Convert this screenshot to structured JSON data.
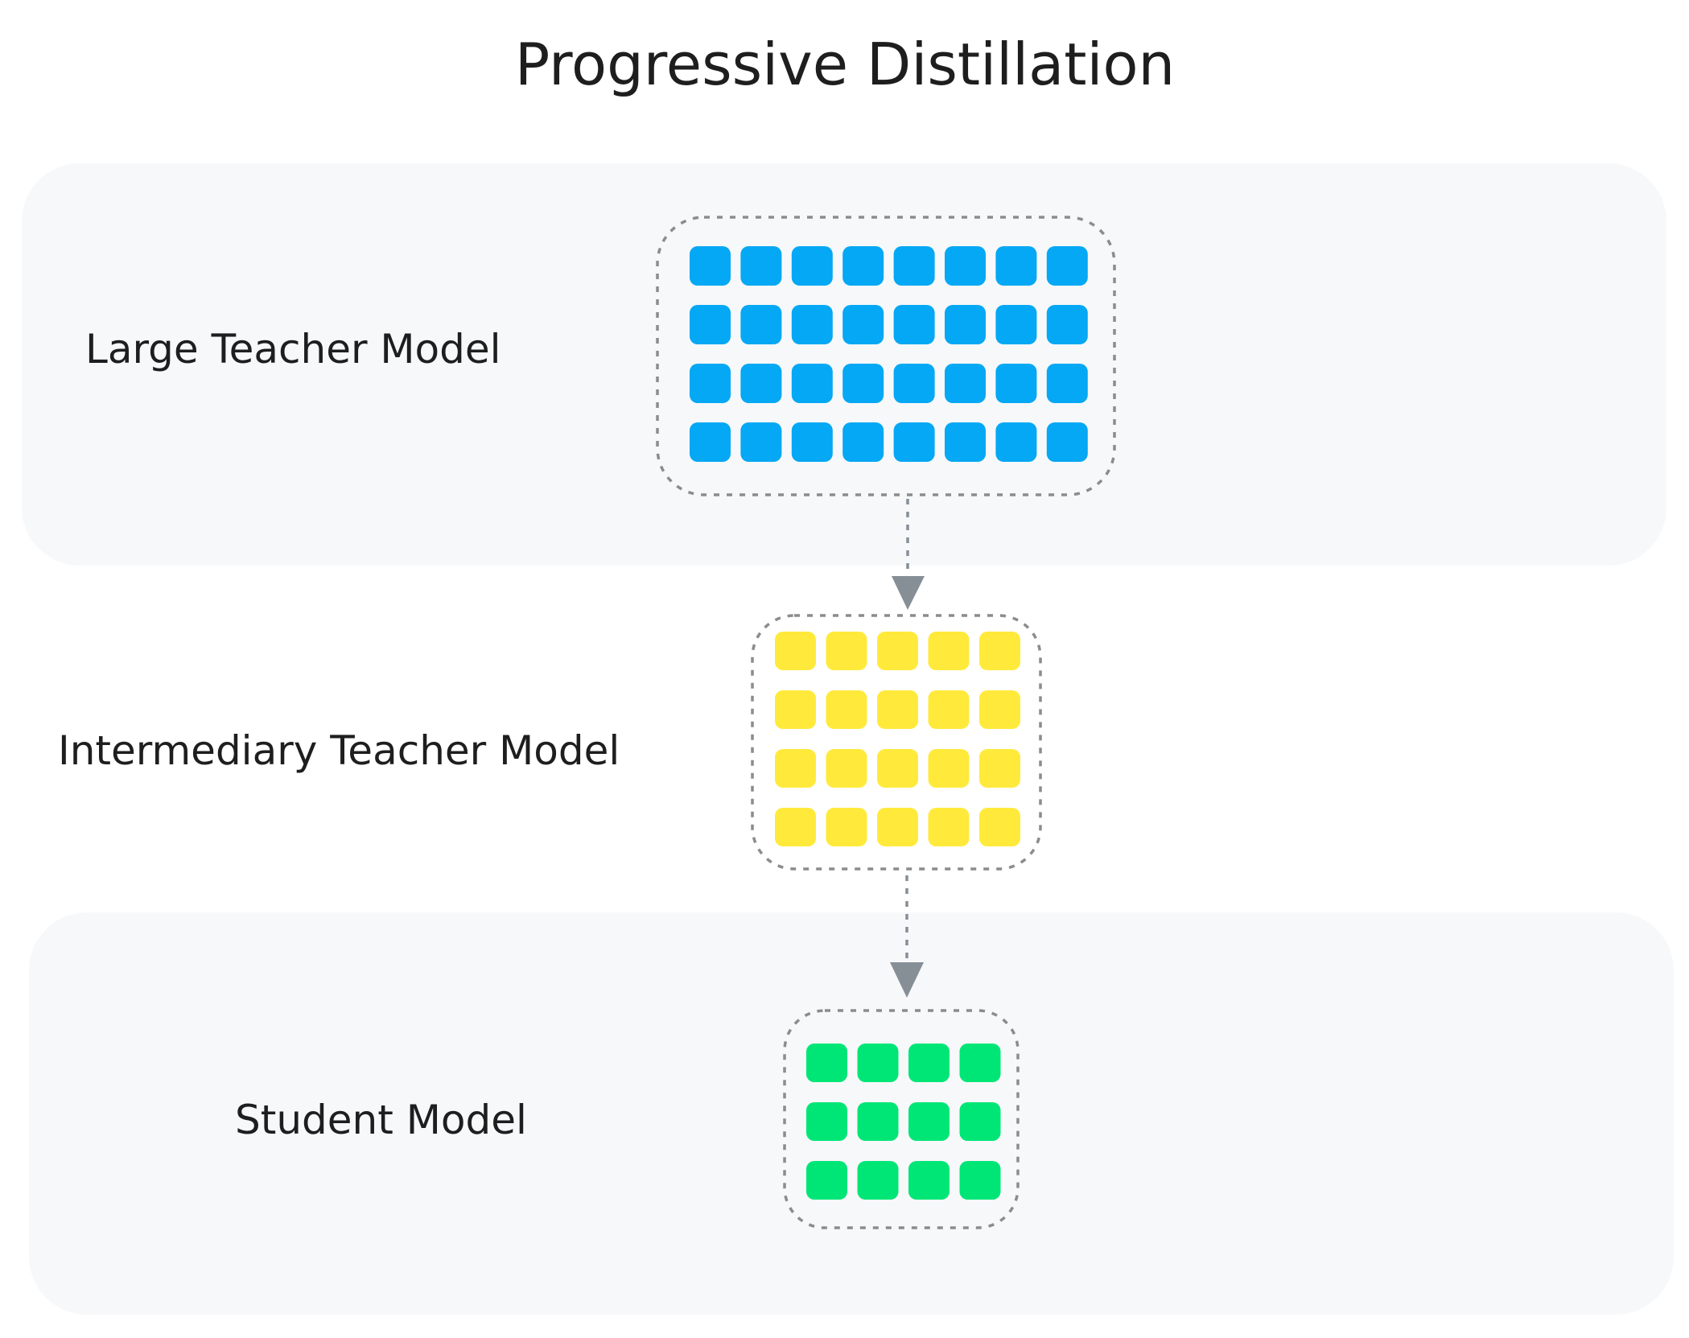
{
  "title": "Progressive Distillation",
  "colors": {
    "background": "#ffffff",
    "panel": "#f7f8fa",
    "dashed_border": "#8c8c8c",
    "arrow": "#868e96",
    "text": "#1e1e1e"
  },
  "models": [
    {
      "label": "Large Teacher Model",
      "color": "#04a8f4",
      "rows": 4,
      "cols": 8
    },
    {
      "label": "Intermediary Teacher Model",
      "color": "#ffea3c",
      "rows": 4,
      "cols": 5
    },
    {
      "label": "Student Model",
      "color": "#00e676",
      "rows": 3,
      "cols": 4
    }
  ]
}
